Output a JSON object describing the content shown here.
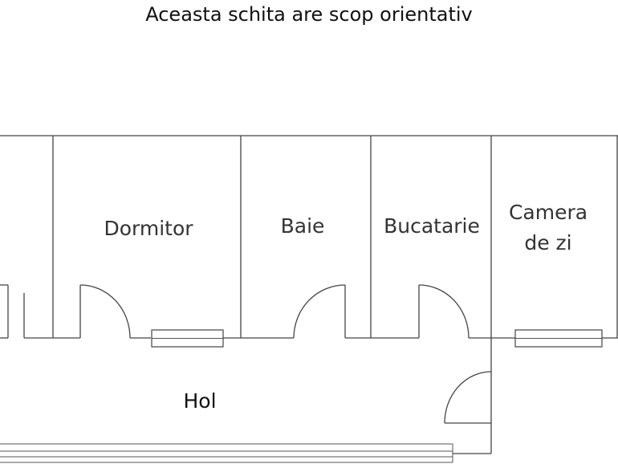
{
  "title": "Aceasta schita are scop orientativ",
  "rooms": {
    "dormitor": "Dormitor",
    "baie": "Baie",
    "bucatarie": "Bucatarie",
    "camera_line1": "Camera",
    "camera_line2": "de zi",
    "hol": "Hol"
  },
  "colors": {
    "lines": "#444444",
    "text": "#333333",
    "background": "#ffffff"
  }
}
